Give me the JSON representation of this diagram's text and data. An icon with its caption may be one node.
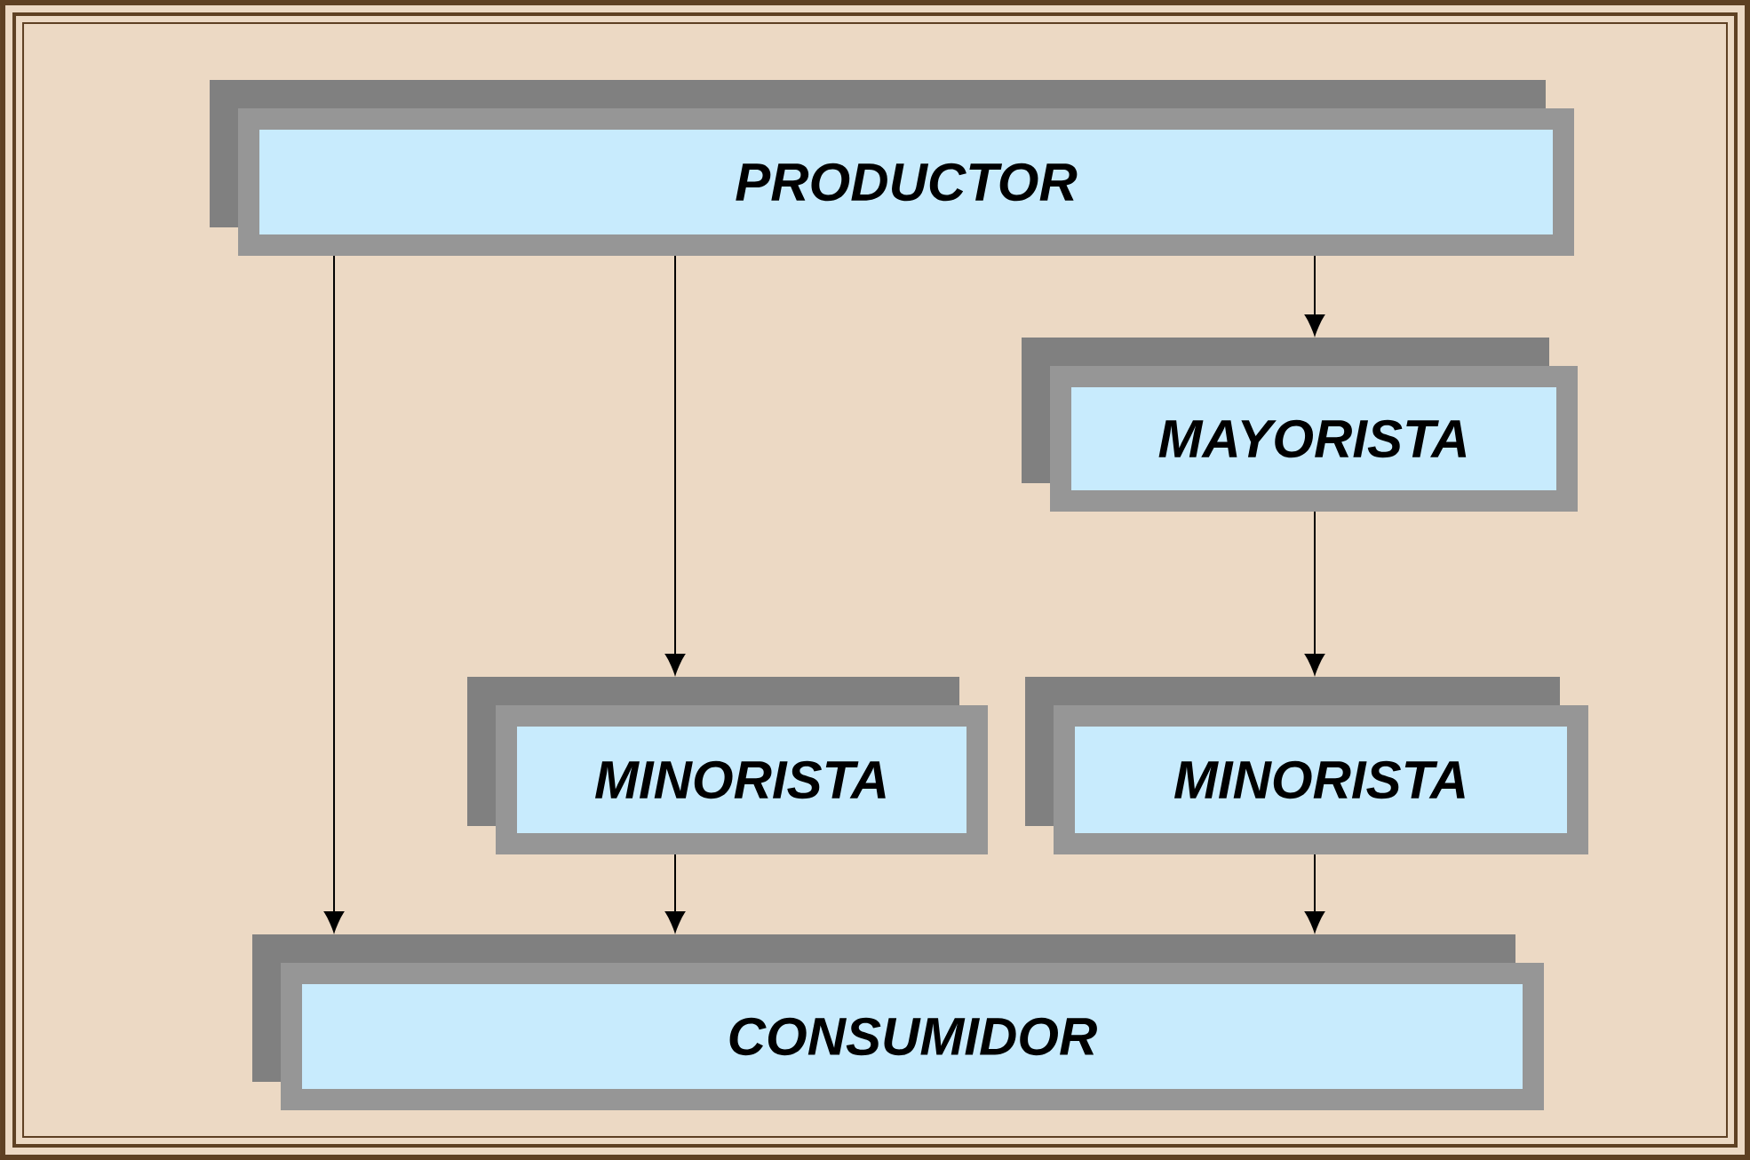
{
  "diagram": {
    "nodes": [
      {
        "text": [
          "PRODUCTOR"
        ]
      },
      {
        "text": [
          "MAYORISTA"
        ]
      },
      {
        "text": [
          "MINORISTA"
        ]
      },
      {
        "text": [
          "MINORISTA"
        ]
      },
      {
        "text": [
          "CONSUMIDOR"
        ]
      }
    ],
    "edges": [
      {
        "from": 0,
        "to": 4,
        "arrow": "to"
      },
      {
        "from": 0,
        "to": 2,
        "arrow": "to"
      },
      {
        "from": 0,
        "to": 1,
        "arrow": "to"
      },
      {
        "from": 1,
        "to": 3,
        "arrow": "to"
      },
      {
        "from": 2,
        "to": 4,
        "arrow": "to"
      },
      {
        "from": 3,
        "to": 4,
        "arrow": "to"
      }
    ]
  }
}
